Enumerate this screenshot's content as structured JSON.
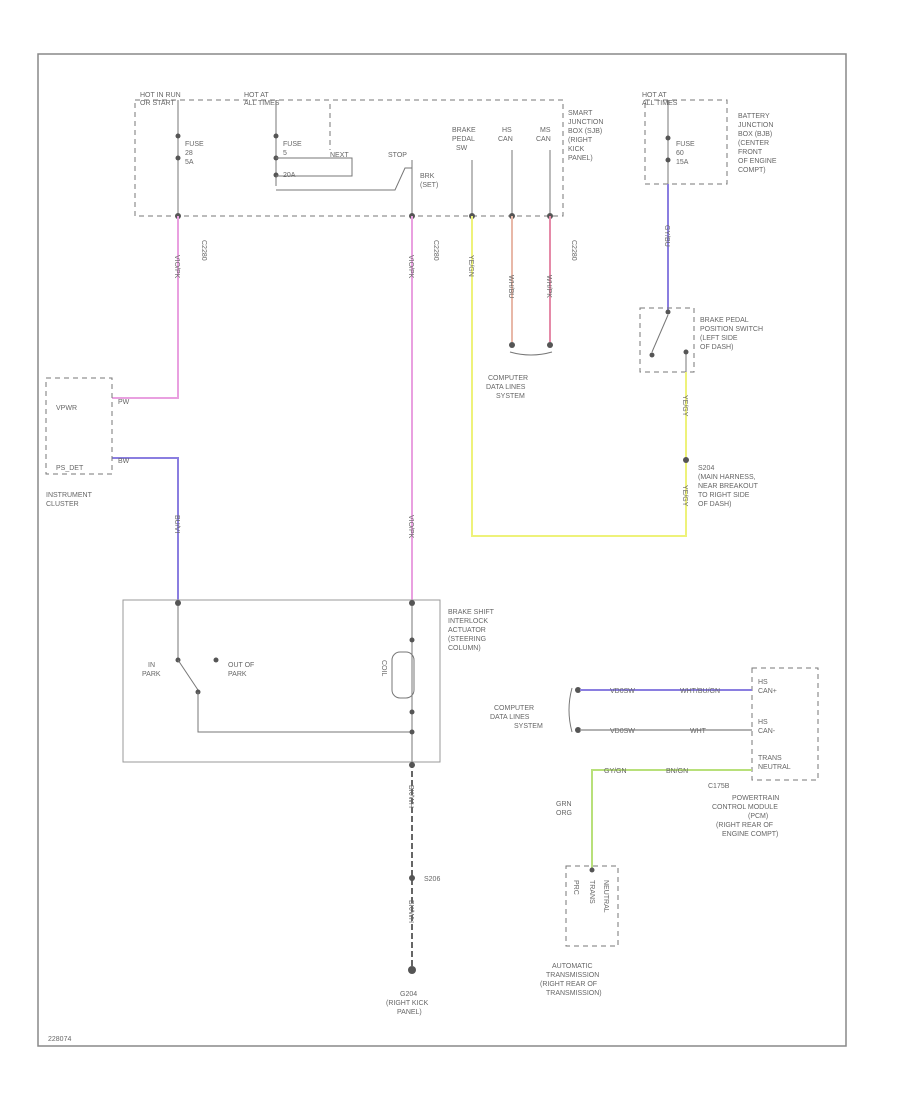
{
  "fuse_box_top_left": {
    "hot_run_start": [
      "HOT IN RUN",
      "OR START"
    ],
    "hot_all_times": [
      "HOT AT",
      "ALL TIMES"
    ],
    "fuse_a": [
      "FUSE",
      "28",
      "5A"
    ],
    "fuse_b": [
      "FUSE",
      "5",
      "20A"
    ],
    "relay_labels": [
      "NEXT",
      "STOP"
    ],
    "rel_label": [
      "BRK",
      "(SET)"
    ],
    "brake_pedal": [
      "BRAKE",
      "PEDAL",
      "SW"
    ],
    "hs_can": [
      "HS",
      "CAN"
    ],
    "ms_can": [
      "MS",
      "CAN"
    ],
    "module_name": [
      "SMART",
      "JUNCTION",
      "BOX (SJB)",
      "(RIGHT",
      "KICK",
      "PANEL)"
    ],
    "connector": "C2280"
  },
  "fuse_box_top_right": {
    "hot_all_times": [
      "HOT AT",
      "ALL TIMES"
    ],
    "fuse": [
      "FUSE",
      "60",
      "15A"
    ],
    "module_name": [
      "BATTERY",
      "JUNCTION",
      "BOX (BJB)",
      "(CENTER",
      "FRONT",
      "OF ENGINE",
      "COMPT)"
    ]
  },
  "wires": {
    "w1": "VIO/PK",
    "w2": "VIO/PK",
    "w3": "YE/GN",
    "w4": "WH/BU",
    "w5": "WH/PK",
    "w6": "GY/BU",
    "w7": "BU/VI",
    "w8": "BK/WH",
    "w9": "YE/GY",
    "w10": "YE/GY"
  },
  "computer_data_lines_1": [
    "COMPUTER",
    "DATA LINES",
    "SYSTEM"
  ],
  "brake_switch": [
    "BRAKE PEDAL",
    "POSITION SWITCH",
    "(LEFT SIDE",
    "OF DASH)"
  ],
  "splice": [
    "S204",
    "(MAIN HARNESS,",
    "NEAR BREAKOUT",
    "TO RIGHT SIDE",
    "OF DASH)"
  ],
  "cluster": {
    "upper_label": "VPWR",
    "lower_label": "PS_DET",
    "pin1": "PW",
    "pin2": "BW",
    "name": [
      "INSTRUMENT",
      "CLUSTER"
    ]
  },
  "shift_interlock": {
    "name": [
      "BRAKE SHIFT",
      "INTERLOCK",
      "ACTUATOR",
      "(STEERING",
      "COLUMN)"
    ],
    "in_park": [
      "IN",
      "PARK"
    ],
    "out_of_park": [
      "OUT OF",
      "PARK"
    ],
    "coil": "COIL"
  },
  "ground": {
    "splice": "S206",
    "name": [
      "G204",
      "(RIGHT KICK",
      "PANEL)"
    ]
  },
  "pcm_block": {
    "computer_data_lines_2": [
      "COMPUTER",
      "DATA LINES",
      "SYSTEM"
    ],
    "line1": "VD0SW",
    "line1_wire": "WHT/BU/GN",
    "line2": "VD0SW",
    "line2_wire": "WHT",
    "pins": [
      "HS",
      "CAN+",
      "HS",
      "CAN-",
      "TRANS",
      "NEUTRAL"
    ],
    "connector": "C175B",
    "wire_code": "GY/GN",
    "wire_lbl": "BN/GN",
    "gray_labels": [
      "GRN",
      "ORG"
    ],
    "name": [
      "POWERTRAIN",
      "CONTROL MODULE",
      "(PCM)",
      "(RIGHT REAR OF",
      "ENGINE COMPT)"
    ]
  },
  "transmission": {
    "inner": [
      "PRC",
      "TRANS",
      "NEUTRAL"
    ],
    "name": [
      "AUTOMATIC",
      "TRANSMISSION",
      "(RIGHT REAR OF",
      "TRANSMISSION)"
    ]
  },
  "footer_code": "228074",
  "colors": {
    "pink": "#e9a0e0",
    "violet": "#8a7ee0",
    "yellow": "#eef27a",
    "salmon": "#e8b8a8",
    "rose": "#e58aa8",
    "green": "#b8e07a"
  }
}
